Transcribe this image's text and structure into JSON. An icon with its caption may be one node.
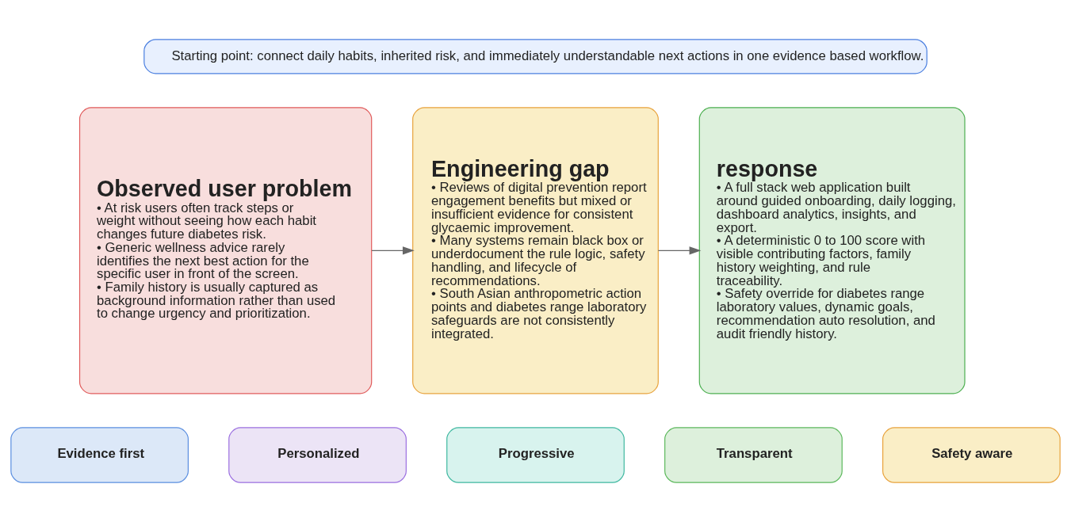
{
  "diagram": {
    "nodes": [
      {
        "text": [
          "Starting point: connect daily habits, inherited risk, and immediately understandable next actions in one evidence based workflow."
        ]
      },
      {
        "text": [
          "Observed user problem",
          "• At risk users often track steps or weight without seeing how each habit changes future diabetes risk.",
          "• Generic wellness advice rarely identifies the next best action for the specific user in front of the screen.",
          "• Family history is usually captured as background information rather than used to change urgency and prioritization."
        ]
      },
      {
        "text": [
          "Engineering gap",
          "• Reviews of digital prevention report engagement benefits but mixed or insufficient evidence for consistent glycaemic improvement.",
          "• Many systems remain black box or underdocument the rule logic, safety handling, and lifecycle of recommendations.",
          "• South Asian anthropometric action points and diabetes range laboratory safeguards are not consistently integrated."
        ]
      },
      {
        "text": [
          "response",
          "• A full stack web application built around guided onboarding, daily logging, dashboard analytics, insights, and export.",
          "• A deterministic 0 to 100 score with visible contributing factors, family history weighting, and rule traceability.",
          "• Safety override for diabetes range laboratory values, dynamic goals, recommendation auto resolution, and audit friendly history."
        ]
      },
      {
        "text": [
          "Evidence first"
        ]
      },
      {
        "text": [
          "Personalized"
        ]
      },
      {
        "text": [
          "Progressive"
        ]
      },
      {
        "text": [
          "Transparent"
        ]
      },
      {
        "text": [
          "Safety aware"
        ]
      }
    ],
    "edges": [
      {
        "from": 1,
        "to": 2,
        "arrow": "to"
      },
      {
        "from": 2,
        "to": 3,
        "arrow": "to"
      }
    ]
  }
}
